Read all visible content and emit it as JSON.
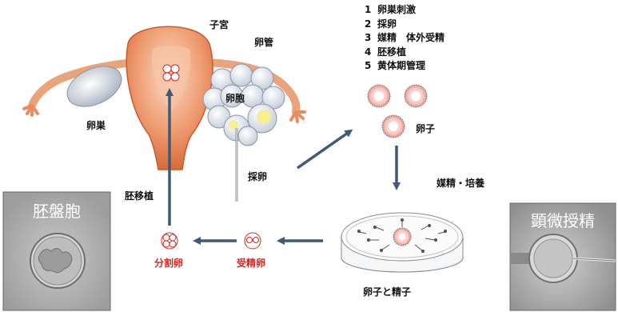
{
  "labels": {
    "uterus": "子宮",
    "oviduct": "卵管",
    "ovary": "卵巣",
    "follicle": "卵胞",
    "egg_retrieval": "採卵",
    "embryo_transfer": "胚移植",
    "egg": "卵子",
    "insemination_culture": "媒精・培養",
    "egg_and_sperm": "卵子と精子",
    "fertilized_egg": "受精卵",
    "cleaved_egg": "分割卵"
  },
  "steps": [
    {
      "num": "1",
      "text": "卵巣刺激"
    },
    {
      "num": "2",
      "text": "採卵"
    },
    {
      "num": "3",
      "text": "媒精　体外受精"
    },
    {
      "num": "4",
      "text": "胚移植"
    },
    {
      "num": "5",
      "text": "黄体期管理"
    }
  ],
  "photos": {
    "blastocyst": "胚盤胞",
    "icsi": "顕微授精"
  },
  "colors": {
    "uterus": "#e9875a",
    "arrow": "#3f5a78",
    "red_label": "#d8261d",
    "photo_bg": "#b9b9b9"
  }
}
